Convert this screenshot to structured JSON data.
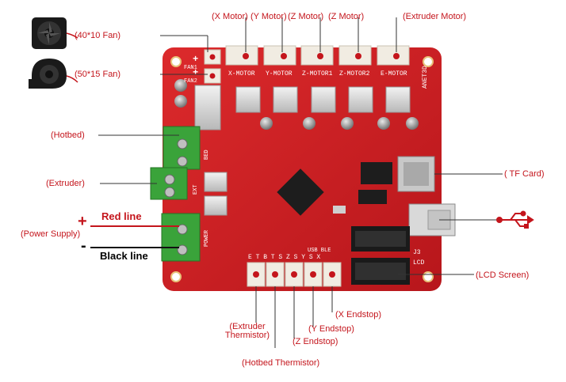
{
  "labels": {
    "fan_40": "(40*10  Fan)",
    "fan_50": "(50*15  Fan)",
    "hotbed": "(Hotbed)",
    "extruder": "(Extruder)",
    "power_supply": "(Power  Supply)",
    "red_line": "Red line",
    "black_line": "Black line",
    "plus": "+",
    "minus": "-",
    "x_motor": "(X  Motor)",
    "y_motor": "(Y  Motor)",
    "z_motor_1": "(Z  Motor)",
    "z_motor_2": "(Z  Motor)",
    "extruder_motor": "(Extruder  Motor)",
    "tf_card": "( TF  Card)",
    "lcd_screen": "(LCD  Screen)",
    "x_endstop": "(X  Endstop)",
    "y_endstop": "(Y  Endstop)",
    "z_endstop": "(Z  Endstop)",
    "extruder_thermistor_1": "(Extruder",
    "extruder_thermistor_2": "Thermistor)",
    "hotbed_thermistor": "(Hotbed  Thermistor)"
  },
  "silkscreen": {
    "x_motor": "X-MOTOR",
    "y_motor": "Y-MOTOR",
    "z_motor_1": "Z-MOTOR1",
    "z_motor_2": "Z-MOTOR2",
    "e_motor": "E-MOTOR",
    "board": "ANET3D",
    "bed": "BED",
    "ext": "EXT",
    "power": "POWER",
    "fan1": "FAN1",
    "fan2": "FAN2",
    "usb": "USB BLE",
    "j3": "J3",
    "lcd": "LCD",
    "endstops": "E T B T S Z S Y S X",
    "plus_1": "+",
    "plus_2": "+"
  },
  "icons": {
    "usb": "usb-icon",
    "fan_small": "fan-40x10-icon",
    "fan_blower": "fan-50x15-icon"
  },
  "colors": {
    "label": "#c4151c",
    "pcb": "#cf1f23",
    "terminal": "#3aa33a",
    "connector": "#f1ece2",
    "heatsink": "#d9d9d9"
  }
}
